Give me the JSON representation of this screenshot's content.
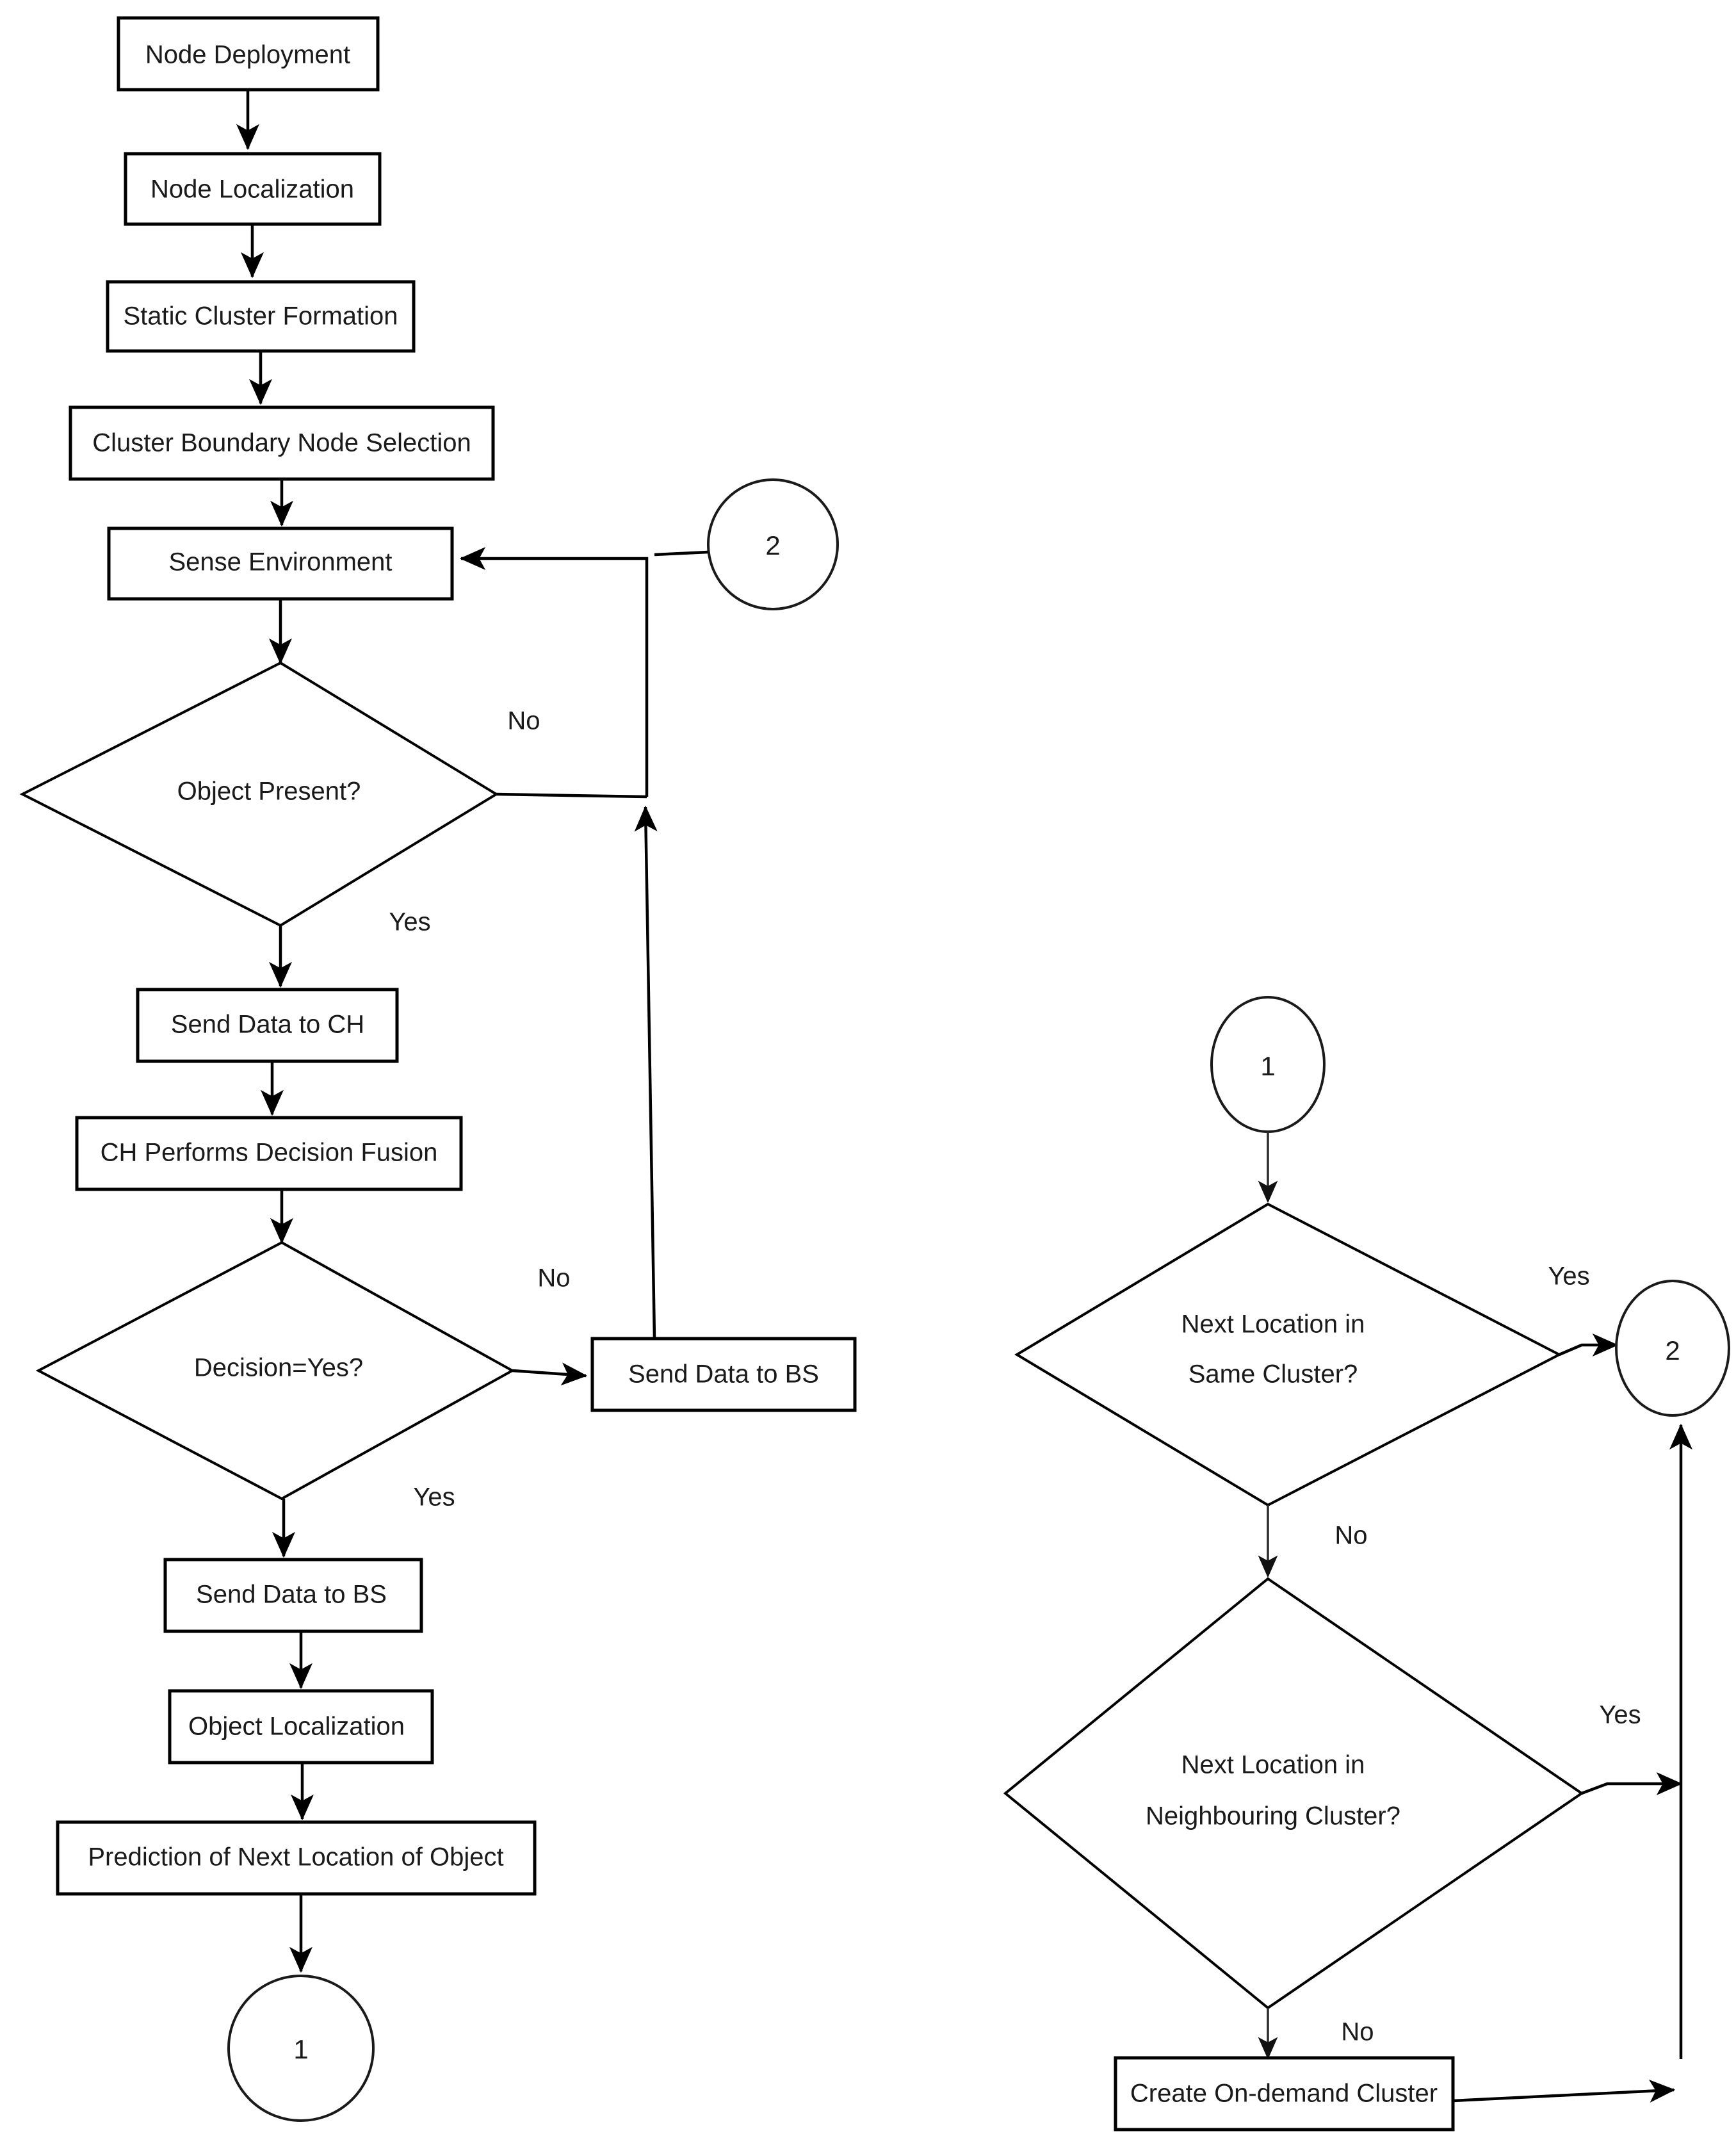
{
  "diagram": {
    "type": "flowchart",
    "title": "",
    "left_flow": {
      "nodes": [
        {
          "id": "node-deployment",
          "shape": "process",
          "label": "Node Deployment"
        },
        {
          "id": "node-localization",
          "shape": "process",
          "label": "Node Localization"
        },
        {
          "id": "static-cluster-formation",
          "shape": "process",
          "label": "Static Cluster Formation"
        },
        {
          "id": "cluster-boundary-node-selection",
          "shape": "process",
          "label": "Cluster Boundary Node Selection"
        },
        {
          "id": "sense-environment",
          "shape": "process",
          "label": "Sense Environment"
        },
        {
          "id": "object-present",
          "shape": "decision",
          "label": "Object Present?"
        },
        {
          "id": "send-data-to-ch",
          "shape": "process",
          "label": "Send Data to CH"
        },
        {
          "id": "ch-performs-decision-fusion",
          "shape": "process",
          "label": "CH Performs Decision Fusion"
        },
        {
          "id": "decision-yes",
          "shape": "decision",
          "label": "Decision=Yes?"
        },
        {
          "id": "send-data-to-bs-no",
          "shape": "process",
          "label": "Send Data to BS"
        },
        {
          "id": "send-data-to-bs-yes",
          "shape": "process",
          "label": "Send Data to BS"
        },
        {
          "id": "object-localization",
          "shape": "process",
          "label": "Object Localization"
        },
        {
          "id": "prediction-next-location",
          "shape": "process",
          "label": "Prediction of Next Location of Object"
        },
        {
          "id": "connector-2-left",
          "shape": "connector",
          "label": "2"
        },
        {
          "id": "connector-1-left",
          "shape": "connector",
          "label": "1"
        }
      ],
      "edge_labels": {
        "object_present_no": "No",
        "object_present_yes": "Yes",
        "decision_no": "No",
        "decision_yes": "Yes"
      }
    },
    "right_flow": {
      "nodes": [
        {
          "id": "connector-1-right",
          "shape": "connector",
          "label": "1"
        },
        {
          "id": "next-location-same-cluster",
          "shape": "decision",
          "label_line1": "Next Location in",
          "label_line2": "Same Cluster?"
        },
        {
          "id": "next-location-neighbouring-cluster",
          "shape": "decision",
          "label_line1": "Next Location in",
          "label_line2": "Neighbouring Cluster?"
        },
        {
          "id": "create-on-demand-cluster",
          "shape": "process",
          "label": "Create On-demand Cluster"
        },
        {
          "id": "connector-2-right",
          "shape": "connector",
          "label": "2"
        }
      ],
      "edge_labels": {
        "same_cluster_yes": "Yes",
        "same_cluster_no": "No",
        "neighbouring_yes": "Yes",
        "neighbouring_no": "No"
      }
    },
    "colors": {
      "stroke": "#000000",
      "fill": "#ffffff",
      "text": "#1a1a1a"
    }
  }
}
